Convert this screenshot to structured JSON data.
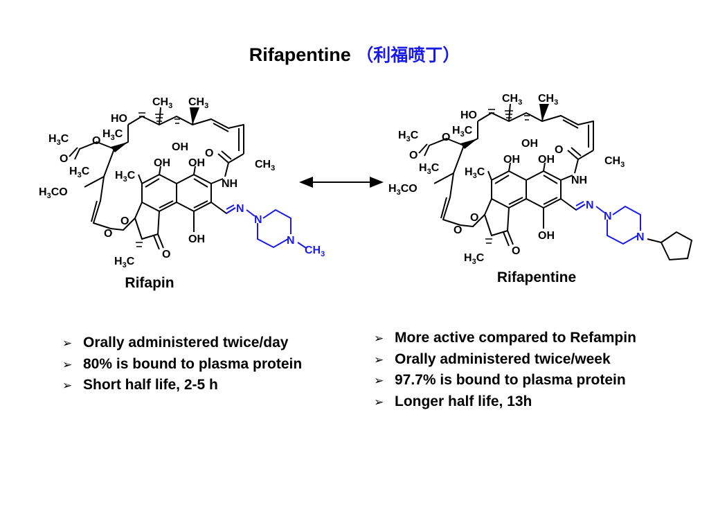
{
  "title": {
    "main": "Rifapentine",
    "open_paren": "（",
    "chinese": "利福喷丁",
    "close_paren": "）"
  },
  "colors": {
    "accent_blue": "#1a1ae6",
    "text": "#000000"
  },
  "icons": {
    "bullet": "arrowhead-bullet-icon",
    "equilibrium": "double-headed-arrow-icon"
  },
  "structures": {
    "left": {
      "name": "Rifapin",
      "substituent": "CH3"
    },
    "right": {
      "name": "Rifapentine",
      "substituent": "cyclopentyl"
    }
  },
  "bullets_left": [
    "Orally administered twice/day",
    "80% is bound to plasma protein",
    "Short half life, 2-5 h"
  ],
  "bullets_right": [
    "More active compared to Refampin",
    "Orally administered twice/week",
    "97.7% is bound to plasma protein",
    "Longer half life, 13h"
  ]
}
